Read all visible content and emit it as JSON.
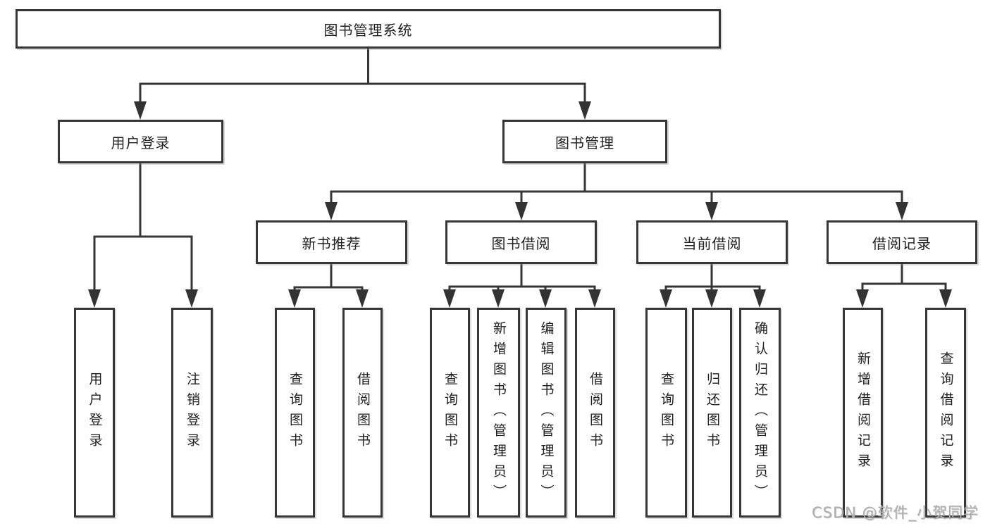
{
  "diagram": {
    "title": "图书管理系统",
    "tree": {
      "root": {
        "label": "图书管理系统",
        "children": [
          {
            "label": "用户登录",
            "children": [
              {
                "label": "用户登录"
              },
              {
                "label": "注销登录"
              }
            ]
          },
          {
            "label": "图书管理",
            "children": [
              {
                "label": "新书推荐",
                "children": [
                  {
                    "label": "查询图书"
                  },
                  {
                    "label": "借阅图书"
                  }
                ]
              },
              {
                "label": "图书借阅",
                "children": [
                  {
                    "label": "查询图书"
                  },
                  {
                    "label": "新增图书（管理员）"
                  },
                  {
                    "label": "编辑图书（管理员）"
                  },
                  {
                    "label": "借阅图书"
                  }
                ]
              },
              {
                "label": "当前借阅",
                "children": [
                  {
                    "label": "查询图书"
                  },
                  {
                    "label": "归还图书"
                  },
                  {
                    "label": "确认归还（管理员）"
                  }
                ]
              },
              {
                "label": "借阅记录",
                "children": [
                  {
                    "label": "新增借阅记录"
                  },
                  {
                    "label": "查询借阅记录"
                  }
                ]
              }
            ]
          }
        ]
      }
    },
    "colors": {
      "line": "#363636",
      "box_border": "#363636",
      "text": "#1f1f1f",
      "background": "#ffffff",
      "watermark": "#b0b0b0"
    }
  },
  "watermark": "CSDN @软件_小贺同学"
}
